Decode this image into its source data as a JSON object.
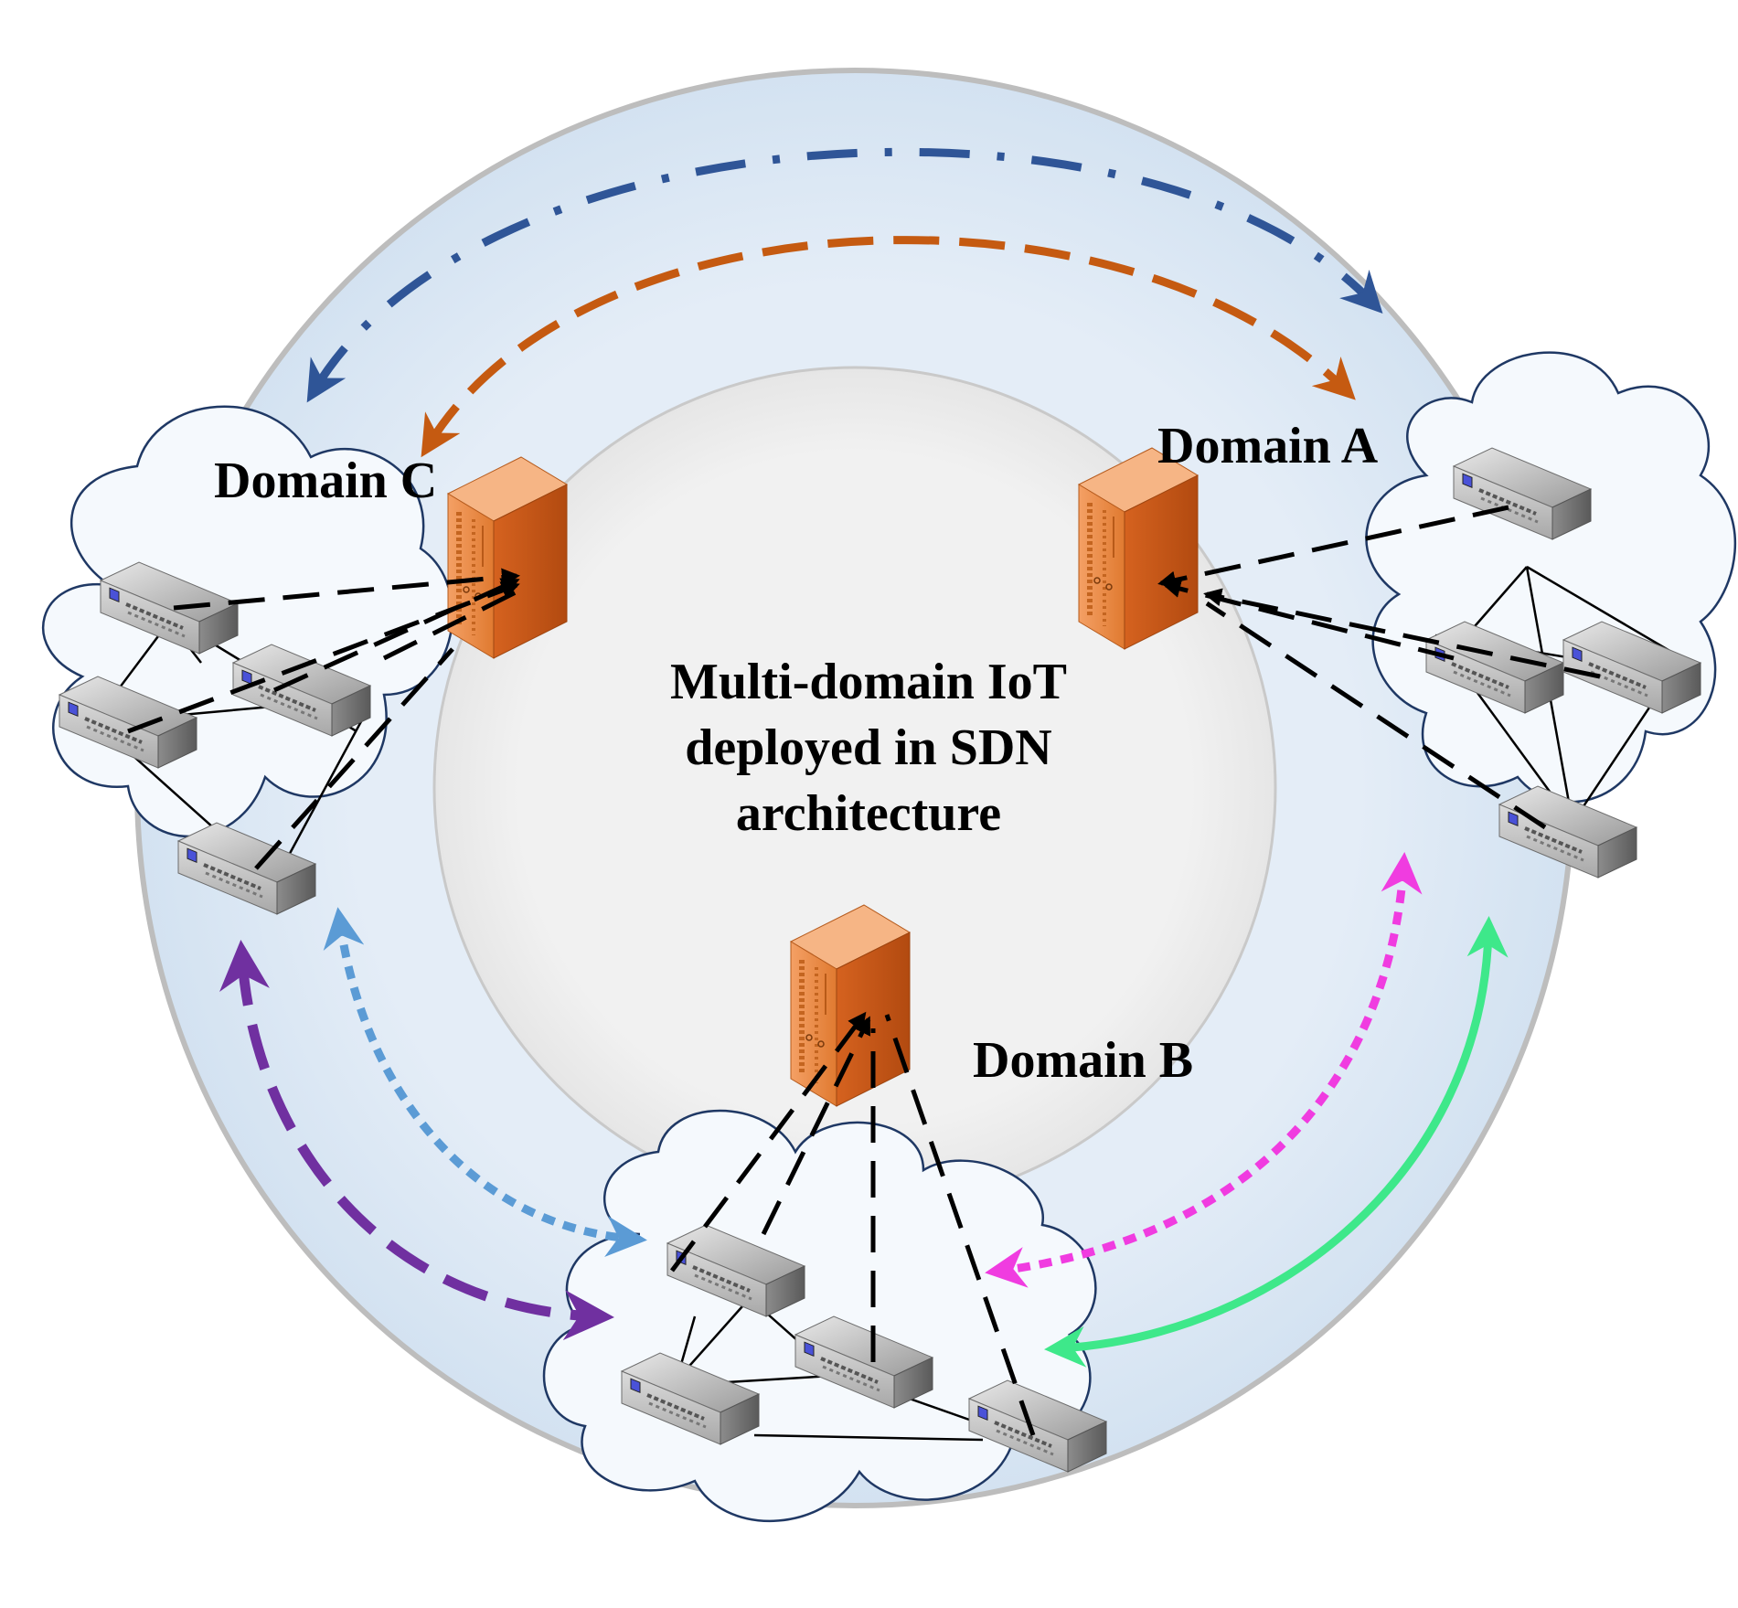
{
  "diagram": {
    "title_lines": [
      "Multi-domain IoT",
      "deployed in SDN",
      "architecture"
    ],
    "domains": [
      {
        "id": "A",
        "label": "Domain A"
      },
      {
        "id": "B",
        "label": "Domain B"
      },
      {
        "id": "C",
        "label": "Domain C"
      }
    ],
    "colors": {
      "outer_ring": "#dce8f4",
      "outer_ring_edge": "#b8b8b8",
      "inner_disc": "#f0f0f0",
      "cloud_fill": "#f4f8fc",
      "cloud_stroke": "#1f3864",
      "server_front": "#e8823a",
      "server_side": "#c5561a",
      "arrow_blue_dashdot": "#2f5597",
      "arrow_orange_dashed": "#c55a11",
      "arrow_purple_dashed": "#7030a0",
      "arrow_lightblue_dotted": "#5b9bd5",
      "arrow_magenta_dotted": "#f03ce0",
      "arrow_green_solid": "#3ee88a"
    },
    "icons": [
      "controller-server-icon",
      "network-switch-icon",
      "cloud-icon"
    ]
  }
}
